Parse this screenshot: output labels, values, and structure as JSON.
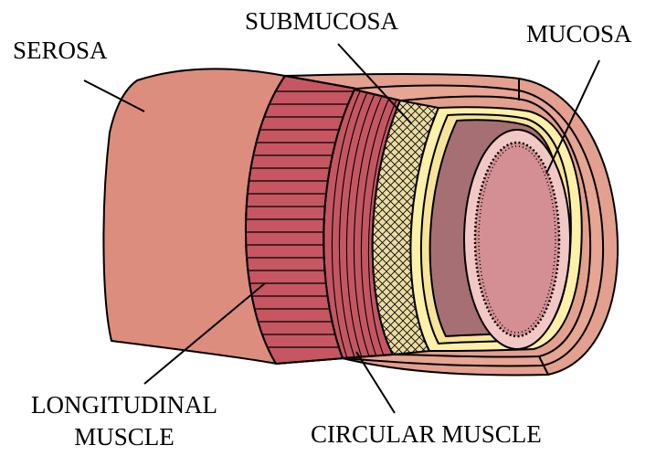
{
  "labels": {
    "serosa": "SEROSA",
    "submucosa": "SUBMUCOSA",
    "mucosa": "MUCOSA",
    "longitudinal_line1": "LONGITUDINAL",
    "longitudinal_line2": "MUSCLE",
    "circular_muscle": "CIRCULAR MUSCLE"
  },
  "colors": {
    "serosa": "#dd8d7d",
    "serosa_light": "#e7a594",
    "longitudinal_muscle": "#c65661",
    "circular_muscle": "#c45662",
    "submucosa": "#ebdca2",
    "inner_yellow": "#fdf0a8",
    "lumen": "#a56f73",
    "mucosa": "#d38f93",
    "mucosa_rim": "#f1c8c6"
  }
}
